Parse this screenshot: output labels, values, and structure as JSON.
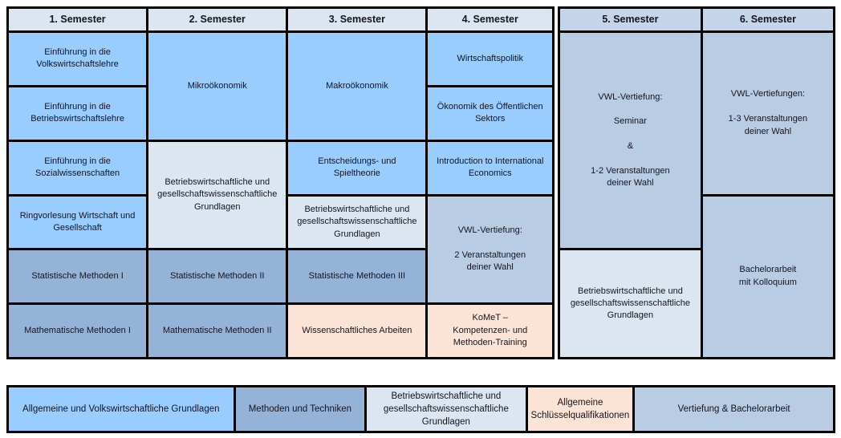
{
  "palette": {
    "cat_general": "#99ccff",
    "cat_methods": "#95b3d7",
    "cat_business": "#dce6f1",
    "cat_keyqual": "#fbe4d5",
    "cat_spec": "#b8cce4",
    "header_light": "#dce6f1",
    "header_spec": "#c6d6ea",
    "border": "#000000",
    "text": "#15151e",
    "background": "#ffffff"
  },
  "plan": {
    "columns": [
      {
        "header": "1. Semester",
        "cells": [
          {
            "label": "Einführung in die\nVolkswirtschaftslehre",
            "category": "general"
          },
          {
            "label": "Einführung in die\nBetriebswirtschaftslehre",
            "category": "general"
          },
          {
            "label": "Einführung in die\nSozialwissenschaften",
            "category": "general"
          },
          {
            "label": "Ringvorlesung Wirtschaft und\nGesellschaft",
            "category": "general"
          },
          {
            "label": "Statistische Methoden I",
            "category": "methods"
          },
          {
            "label": "Mathematische Methoden I",
            "category": "methods"
          }
        ]
      },
      {
        "header": "2. Semester",
        "cells": [
          {
            "label": "Mikroökonomik",
            "category": "general"
          },
          {
            "label": "Betriebswirtschaftliche und\ngesellschaftswissenschaftliche\nGrundlagen",
            "category": "business"
          },
          {
            "label": "Statistische Methoden II",
            "category": "methods"
          },
          {
            "label": "Mathematische Methoden II",
            "category": "methods"
          }
        ]
      },
      {
        "header": "3. Semester",
        "cells": [
          {
            "label": "Makroökonomik",
            "category": "general"
          },
          {
            "label": "Entscheidungs- und\nSpieltheorie",
            "category": "general"
          },
          {
            "label": "Betriebswirtschaftliche und\ngesellschaftswissenschaftliche\nGrundlagen",
            "category": "business"
          },
          {
            "label": "Statistische Methoden III",
            "category": "methods"
          },
          {
            "label": "Wissenschaftliches Arbeiten",
            "category": "keyqual"
          }
        ]
      },
      {
        "header": "4. Semester",
        "cells": [
          {
            "label": "Wirtschaftspolitik",
            "category": "general"
          },
          {
            "label": "Ökonomik des Öffentlichen\nSektors",
            "category": "general"
          },
          {
            "label": "Introduction to International\nEconomics",
            "category": "general"
          },
          {
            "label": "VWL-Vertiefung:\n\n2 Veranstaltungen\ndeiner Wahl",
            "category": "spec"
          },
          {
            "label": "KoMeT –\nKompetenzen- und\nMethoden-Training",
            "category": "keyqual"
          }
        ]
      },
      {
        "header": "5. Semester",
        "cells": [
          {
            "label": "VWL-Vertiefung:\n\nSeminar\n\n&\n\n1-2 Veranstaltungen\ndeiner Wahl",
            "category": "spec"
          },
          {
            "label": "Betriebswirtschaftliche und\ngesellschaftswissenschaftliche\nGrundlagen",
            "category": "business"
          }
        ]
      },
      {
        "header": "6. Semester",
        "cells": [
          {
            "label": "VWL-Vertiefungen:\n\n1-3 Veranstaltungen\ndeiner Wahl",
            "category": "spec"
          },
          {
            "label": "Bachelorarbeit\nmit Kolloquium",
            "category": "spec"
          }
        ]
      }
    ]
  },
  "legend": {
    "items": [
      {
        "label": "Allgemeine und Volkswirtschaftliche Grundlagen",
        "category": "general"
      },
      {
        "label": "Methoden und Techniken",
        "category": "methods"
      },
      {
        "label": "Betriebswirtschaftliche und\ngesellschaftswissenschaftliche\nGrundlagen",
        "category": "business"
      },
      {
        "label": "Allgemeine\nSchlüsselqualifikationen",
        "category": "keyqual"
      },
      {
        "label": "Vertiefung & Bachelorarbeit",
        "category": "spec"
      }
    ]
  }
}
